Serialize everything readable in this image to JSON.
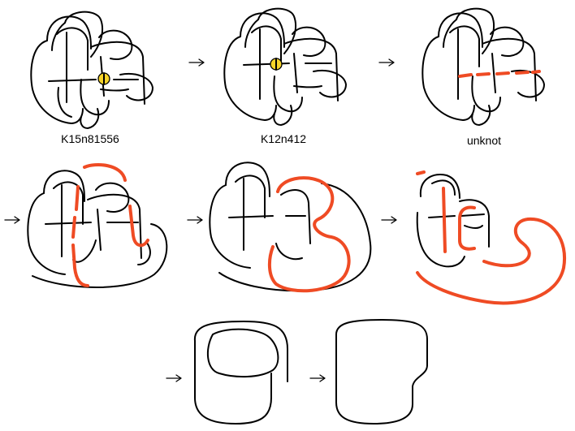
{
  "labels": {
    "knot1": "K15n81556",
    "knot2": "K12n412",
    "knot3": "unknot"
  },
  "colors": {
    "strand": "#000000",
    "highlight": "#ef4b24",
    "crossing_marker": "#f6d42a"
  },
  "icons": {
    "arrow": "right-arrow-icon",
    "marker": "crossing-change-marker-icon"
  }
}
